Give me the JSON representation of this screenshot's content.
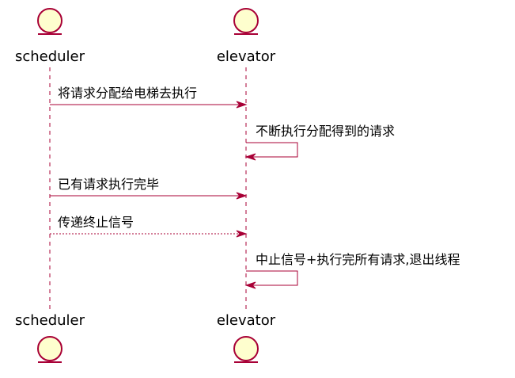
{
  "colors": {
    "line": "#A80036",
    "entity_fill": "#FEFECE",
    "text": "#000000"
  },
  "participants": [
    {
      "id": "scheduler",
      "label": "scheduler"
    },
    {
      "id": "elevator",
      "label": "elevator"
    }
  ],
  "messages": [
    {
      "from": "scheduler",
      "to": "elevator",
      "label": "将请求分配给电梯去执行",
      "style": "solid"
    },
    {
      "from": "elevator",
      "to": "elevator",
      "label": "不断执行分配得到的请求",
      "style": "solid"
    },
    {
      "from": "scheduler",
      "to": "elevator",
      "label": "已有请求执行完毕",
      "style": "solid"
    },
    {
      "from": "scheduler",
      "to": "elevator",
      "label": "传递终止信号",
      "style": "dashed"
    },
    {
      "from": "elevator",
      "to": "elevator",
      "label": "中止信号+执行完所有请求,退出线程",
      "style": "solid"
    }
  ]
}
